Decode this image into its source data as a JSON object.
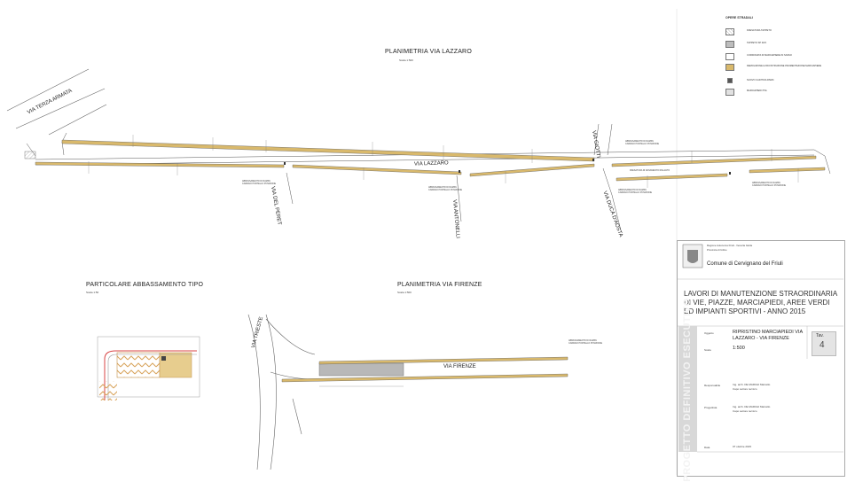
{
  "titles": {
    "lazzaro": "PLANIMETRIA VIA LAZZARO",
    "lazzaro_scale": "Scala 1:500",
    "particolare": "PARTICOLARE ABBASSAMENTO TIPO",
    "particolare_scale": "Scala 1:50",
    "firenze": "PLANIMETRIA VIA FIRENZE",
    "firenze_scale": "Scala 1:500"
  },
  "streets": {
    "terza_armata": "VIA TERZA ARMATA",
    "lazzaro": "VIA LAZZARO",
    "peret": "VIA DEL PERET",
    "antonelli": "VIA ANTONELLI",
    "aosta": "VIA DUCA D'AOSTA",
    "giotti": "VIA GIOTTI",
    "trieste": "VIA TRIESTE",
    "firenze": "VIA FIRENZE"
  },
  "legend": {
    "heading": "OPERE STRADALI",
    "items": [
      {
        "text": "FRESATURA TAPPETO",
        "fill": "#ffffff",
        "pattern": "hatch"
      },
      {
        "text": "TAPPETO SP 20/3",
        "fill": "#bdbdbd",
        "pattern": "solid"
      },
      {
        "text": "CORDONATA DI MARCIAPIEDE IN SASSO",
        "fill": "#ffffff",
        "pattern": "solid"
      },
      {
        "text": "DEMOLIZIONE E RICOSTRUZIONE PAVIMENTAZIONE MARCIAPIEDE",
        "fill": "#d9b96c",
        "pattern": "solid"
      },
      {
        "text": "NUOVO CADITOIA RSMC",
        "fill": "#555555",
        "pattern": "solid"
      },
      {
        "text": "MARCIAPIEDI PVA",
        "fill": "#ffffff",
        "pattern": "dots"
      }
    ]
  },
  "annotations": {
    "lazzaro_note1": "ABBASSAMENTO DI RAMPA CARRAIO PORTELLO POSIZIONE",
    "lazzaro_note2": "ABBASSAMENTO DI RAMPA CARRAIO PORTELLO POSIZIONE",
    "lazzaro_note3": "ABBASSAMENTO DI RAMPA CARRAIO PORTELLO POSIZIONE",
    "lazzaro_note4": "FRESATURA DI RASAMENTO RIALZATO",
    "lazzaro_note5": "ABBASSAMENTO DI RAMPA CARRAIO PORTELLO POSIZIONE",
    "lazzaro_note6": "ABBASSAMENTO DI RAMPA CARRAIO PORTELLO POSIZIONE",
    "firenze_note": "ABBASSAMENTO DI RAMPA CARRAIO PORTELLO POSIZIONE"
  },
  "title_block": {
    "region": "Regione Autonoma Friuli - Venezia Giulia",
    "province": "Provincia di Udine",
    "comune": "Comune di Cervignano del Friuli",
    "project_title": "LAVORI DI MANUTENZIONE STRAORDINARIA DI VIE, PIAZZE, MARCIAPIEDI, AREE VERDI ED IMPIANTI SPORTIVI - ANNO 2015",
    "vertical": "PROGETTO DEFINITIVO ESECUTIVO",
    "oggetto_label": "Oggetto",
    "oggetto_value": "RIPRISTINO MARCIAPIEDI VIA LAZZARO - VIA FIRENZE",
    "scala_label": "Scala",
    "scala_value": "1:500",
    "tav_label": "Tav.",
    "tav_number": "4",
    "resp_label": "Responsabile",
    "resp_value": "Ing. arch. DE MARCHI Marcello",
    "resp_sub": "Capo settore tecnico",
    "prog_label": "Progettista",
    "prog_value": "Ing. arch. DE MARCHI Marcello",
    "prog_sub": "Capo settore tecnico",
    "data_label": "Data",
    "data_value": "07 ottobre 2015"
  }
}
